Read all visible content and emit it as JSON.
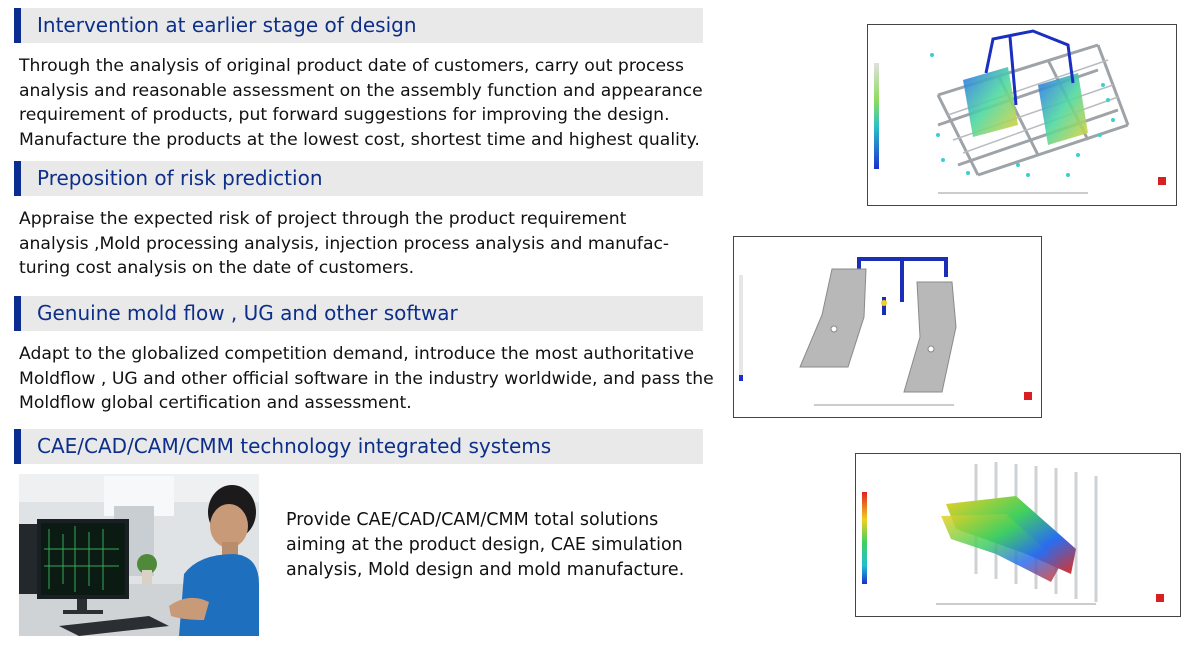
{
  "sections": [
    {
      "title": "Intervention at earlier stage of design",
      "lines": [
        "Through the analysis of original product date of customers, carry out process",
        "analysis and reasonable assessment on the assembly function and appearance",
        "requirement of products, put forward suggestions for improving the design.",
        "Manufacture the products at the lowest cost, shortest time and highest quality."
      ]
    },
    {
      "title": "Preposition of risk prediction",
      "lines": [
        "Appraise the expected risk of project through the product requirement",
        "analysis ,Mold processing analysis, injection process analysis and manufac-",
        "turing cost analysis on the date of customers."
      ]
    },
    {
      "title": "Genuine mold flow , UG and other softwar",
      "lines": [
        "Adapt  to the globalized competition demand, introduce the most authoritative",
        "Moldflow , UG and other official software in the industry worldwide, and pass the",
        "Moldflow global certification and assessment."
      ]
    },
    {
      "title": "CAE/CAD/CAM/CMM  technology integrated systems",
      "lines": [
        "Provide CAE/CAD/CAM/CMM total solutions",
        "aiming at the product design, CAE simulation",
        "analysis, Mold design and mold manufacture."
      ]
    }
  ],
  "colors": {
    "header_bar": "#0b2d8f",
    "header_text": "#0d2f8a",
    "header_bg": "#e9e9e9"
  }
}
